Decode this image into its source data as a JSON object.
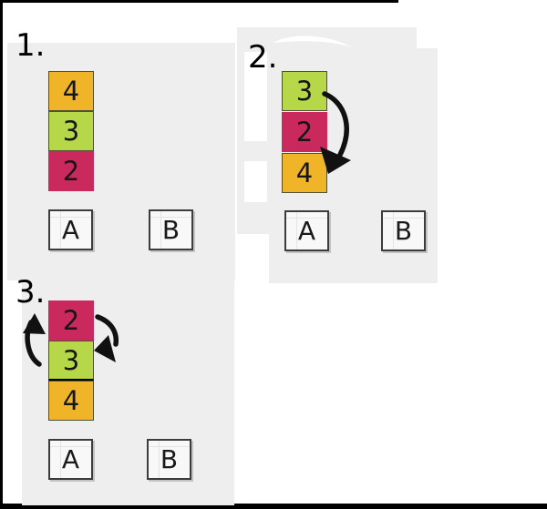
{
  "colors": {
    "panel_bg": "#eeeeee",
    "block_orange": "#f0b429",
    "block_green": "#b5d748",
    "block_crimson": "#c9295c",
    "block_border": "#4f4f3a",
    "arrow": "#111111",
    "slot_bg": "#f8f8f8",
    "frame": "#000000"
  },
  "steps": [
    {
      "label": "1.",
      "stack": [
        {
          "value": "4",
          "color": "#f0b429"
        },
        {
          "value": "3",
          "color": "#b5d748"
        },
        {
          "value": "2",
          "color": "#c9295c"
        }
      ],
      "slots": [
        "A",
        "B"
      ],
      "arrows": []
    },
    {
      "label": "2.",
      "stack": [
        {
          "value": "3",
          "color": "#b5d748"
        },
        {
          "value": "2",
          "color": "#c9295c"
        },
        {
          "value": "4",
          "color": "#f0b429"
        }
      ],
      "slots": [
        "A",
        "B"
      ],
      "arrows": [
        "curved-move-down-arrow"
      ]
    },
    {
      "label": "3.",
      "stack": [
        {
          "value": "2",
          "color": "#c9295c"
        },
        {
          "value": "3",
          "color": "#b5d748"
        },
        {
          "value": "4",
          "color": "#f0b429"
        }
      ],
      "slots": [
        "A",
        "B"
      ],
      "arrows": [
        "curved-swap-up-arrow",
        "curved-swap-down-arrow"
      ]
    }
  ]
}
